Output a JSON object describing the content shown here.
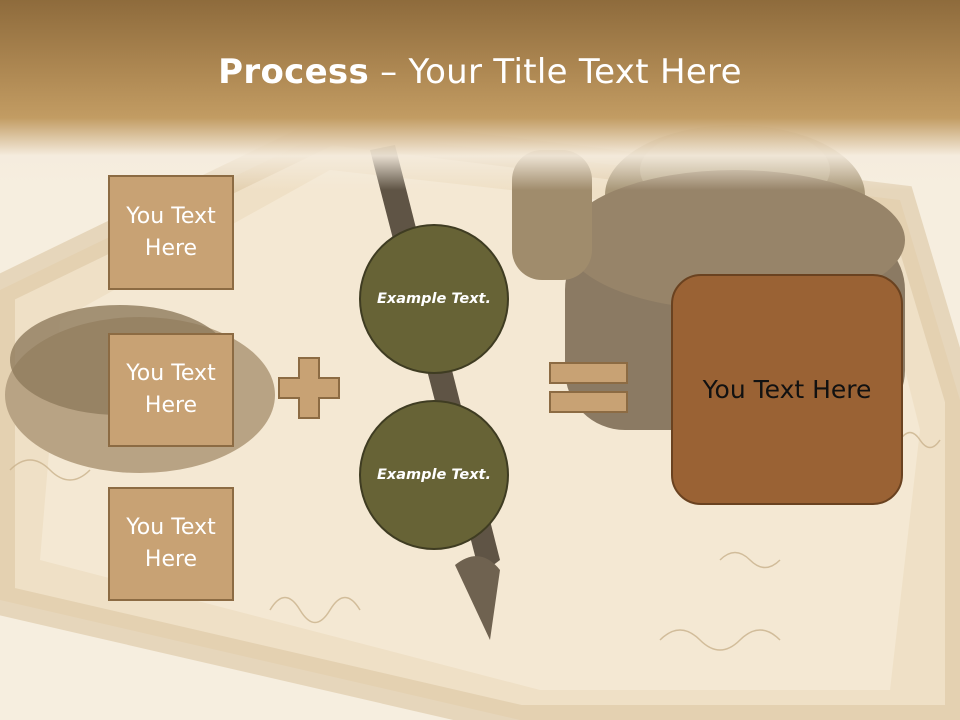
{
  "slide": {
    "title_bold": "Process",
    "title_rest": " – Your Title Text Here"
  },
  "left_boxes": [
    {
      "label": "You Text Here"
    },
    {
      "label": "You Text Here"
    },
    {
      "label": "You Text Here"
    }
  ],
  "operator_plus_icon": "plus-icon",
  "circles": [
    {
      "label": "Example Text."
    },
    {
      "label": "Example Text."
    }
  ],
  "operator_equals_icon": "equals-icon",
  "result_box": {
    "label": "You Text Here"
  },
  "colors": {
    "header": "#b08a54",
    "box_fill": "#c8a274",
    "circle_fill": "#676336",
    "result_fill": "#9a6234"
  }
}
